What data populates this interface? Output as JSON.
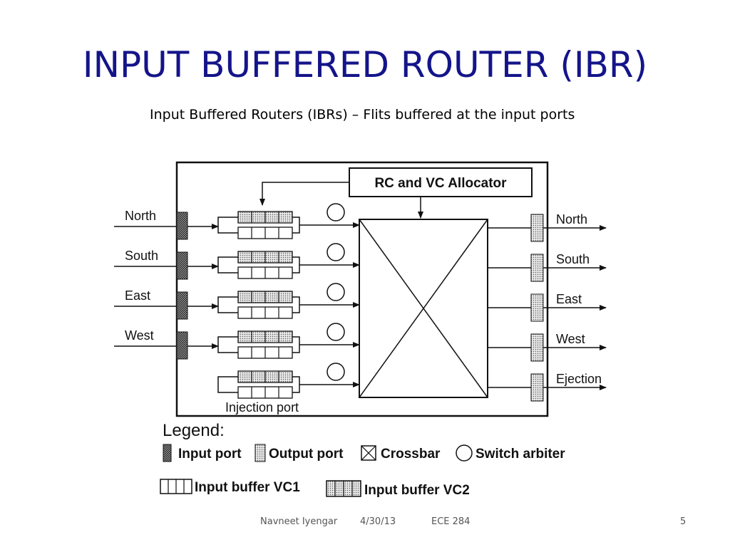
{
  "slide": {
    "title": "INPUT BUFFERED ROUTER (IBR)",
    "subtitle": "Input Buffered Routers (IBRs) – Flits buffered at the input ports"
  },
  "diagram": {
    "allocator_label": "RC and VC Allocator",
    "input_ports": [
      "North",
      "South",
      "East",
      "West"
    ],
    "output_ports": [
      "North",
      "South",
      "East",
      "West",
      "Ejection"
    ],
    "injection_label": "Injection port",
    "legend": {
      "title": "Legend:",
      "input_port": "Input port",
      "output_port": "Output port",
      "crossbar": "Crossbar",
      "switch_arbiter": "Switch arbiter",
      "buffer_vc1": "Input buffer VC1",
      "buffer_vc2": "Input buffer VC2"
    }
  },
  "footer": {
    "author": "Navneet Iyengar",
    "date": "4/30/13",
    "course": "ECE 284",
    "page": "5"
  }
}
